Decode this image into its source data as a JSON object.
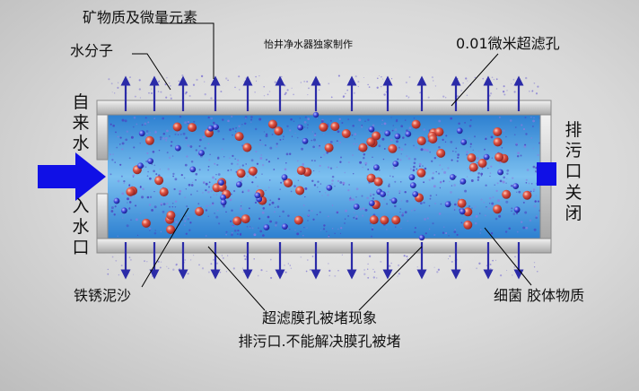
{
  "labels": {
    "minerals": "矿物质及微量元素",
    "water_molecule": "水分子",
    "credit": "怡井净水器独家制作",
    "pore_size": "0.01微米超滤孔",
    "tap_water": "自来水",
    "inlet": "入水口",
    "drain_closed_1": "排污口",
    "drain_closed_2": "关闭",
    "rust_silt": "铁锈泥沙",
    "clogging_line1": "超滤膜孔被堵现象",
    "clogging_line2": "排污口.不能解决膜孔被堵",
    "bacteria_colloid": "细菌  胶体物质"
  },
  "colors": {
    "water": "#3f8fd8",
    "membrane": "#c8c8c8",
    "arrow": "#2b2ba8",
    "inlet_arrow": "#1010e6",
    "red_particle": "#d23b3b",
    "blue_particle": "#2f3fd0"
  },
  "icons": {
    "inlet_arrow": "arrow-right-icon",
    "drain_plug": "square-icon",
    "permeate_arrows": "arrow-up-down-icons"
  }
}
